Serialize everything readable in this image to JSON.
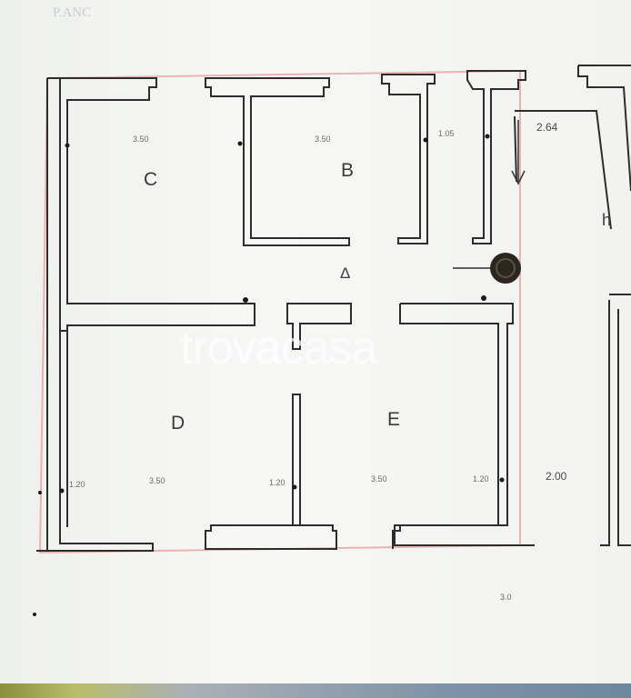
{
  "header": {
    "title_fragment": "P.ANC"
  },
  "watermark": {
    "brand": "trovacasa"
  },
  "rooms": {
    "c": "C",
    "b": "B",
    "d": "D",
    "e": "E",
    "corridor": "Δ",
    "stair_mark": "h"
  },
  "dimensions": {
    "room_c_width": "3.50",
    "room_b_width": "3.50",
    "bath_width": "1.05",
    "stair_width": "2.64",
    "bottom_left_edge": "1.20",
    "bottom_room_d": "3.50",
    "bottom_mid": "1.20",
    "bottom_room_e": "3.50",
    "bottom_right_inner": "1.20",
    "bottom_right_outer": "2.00",
    "total_below": "3.0"
  },
  "colors": {
    "wall": "#2d2d2d",
    "red_outline": "#e9a7a7",
    "column": "#1a1a1a"
  }
}
